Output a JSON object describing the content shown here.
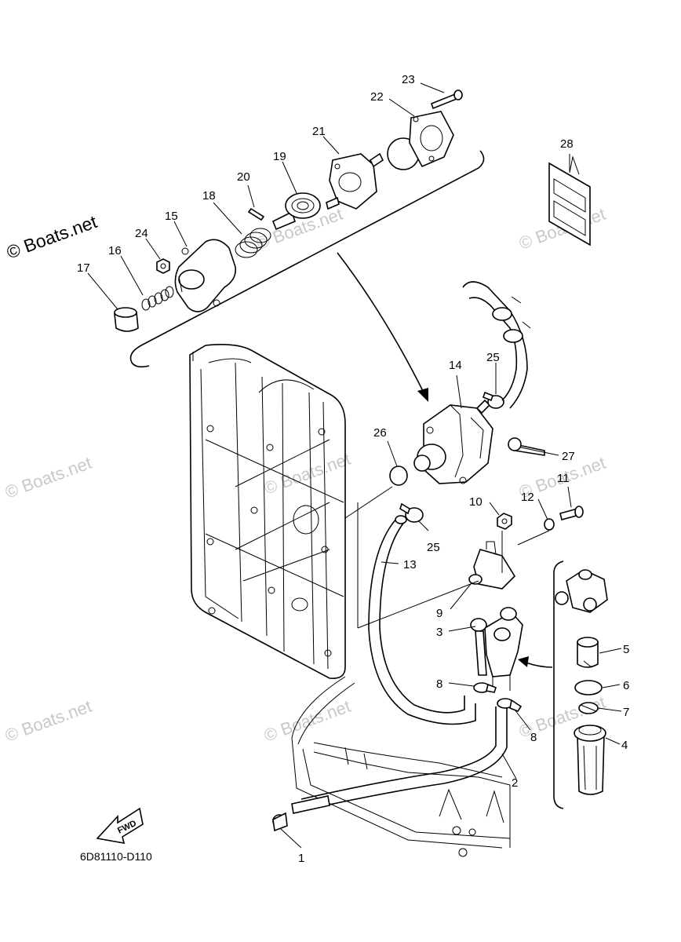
{
  "watermark": {
    "primary": "© Boats.net",
    "ghost": "© Boats.net"
  },
  "diagram_code": "6D81110-D110",
  "fwd_label": "FWD",
  "callouts": {
    "c1": "1",
    "c2": "2",
    "c3": "3",
    "c4": "4",
    "c5": "5",
    "c6": "6",
    "c7": "7",
    "c8a": "8",
    "c8b": "8",
    "c9": "9",
    "c10": "10",
    "c11": "11",
    "c12": "12",
    "c13": "13",
    "c14": "14",
    "c15": "15",
    "c16": "16",
    "c17": "17",
    "c18": "18",
    "c19": "19",
    "c20": "20",
    "c21": "21",
    "c22": "22",
    "c23": "23",
    "c24": "24",
    "c25a": "25",
    "c25b": "25",
    "c26": "26",
    "c27": "27",
    "c28": "28"
  }
}
